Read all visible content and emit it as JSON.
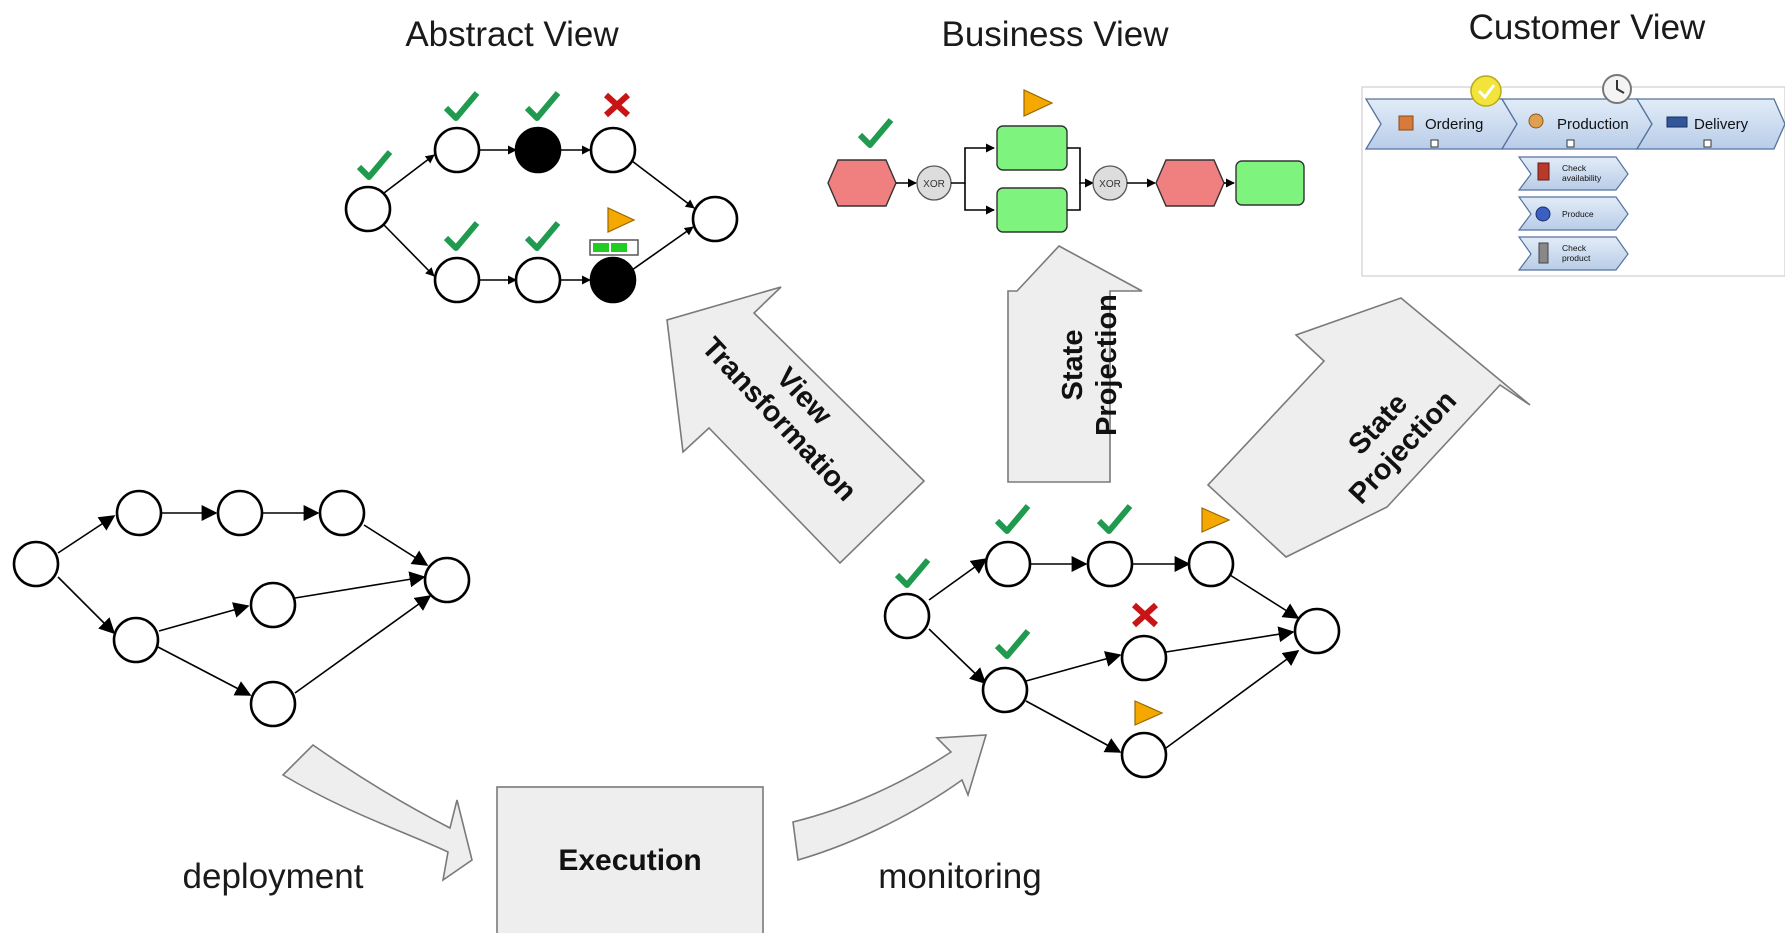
{
  "titles": {
    "abstract_view": "Abstract View",
    "business_view": "Business View",
    "customer_view": "Customer View"
  },
  "labels": {
    "deployment": "deployment",
    "monitoring": "monitoring",
    "execution": "Execution"
  },
  "arrows": {
    "view_transformation": [
      "View",
      "Transformation"
    ],
    "state_projection_center": [
      "State",
      "Projection"
    ],
    "state_projection_right": [
      "State",
      "Projection"
    ]
  },
  "business_view": {
    "gateway_left": "XOR",
    "gateway_right": "XOR"
  },
  "customer_view": {
    "steps": [
      "Ordering",
      "Production",
      "Delivery"
    ],
    "substeps": [
      [
        "Check",
        "availability"
      ],
      [
        "Produce"
      ],
      [
        "Check",
        "product"
      ]
    ]
  },
  "colors": {
    "check": "#1f9a4e",
    "cross": "#c81414",
    "play": "#f5a800",
    "event_red": "#f08080",
    "activity_green": "#7ef47e",
    "block_arrow_fill": "#eeeeee",
    "chevron_fill": "#c9daf0"
  }
}
